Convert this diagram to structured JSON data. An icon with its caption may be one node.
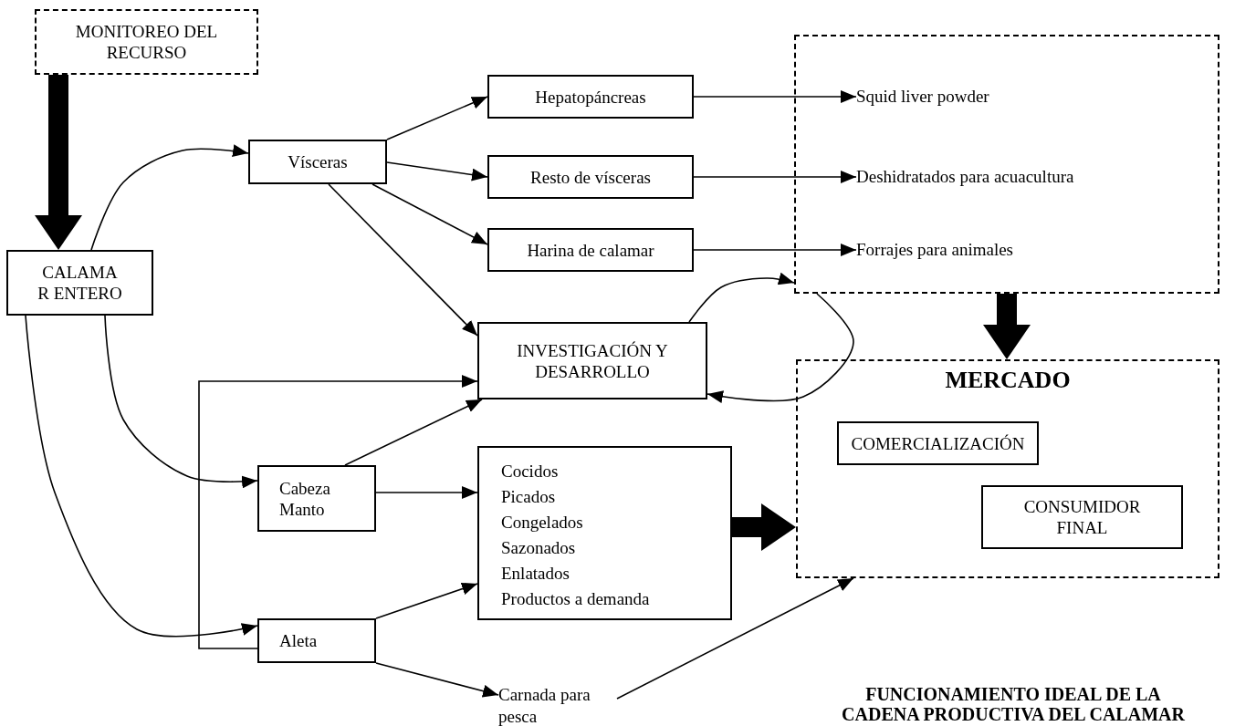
{
  "diagram": {
    "title": "FUNCIONAMIENTO IDEAL DE LA CADENA PRODUCTIVA DEL CALAMAR",
    "nodes": [
      {
        "text": [
          "MONITOREO DEL RECURSO"
        ]
      },
      {
        "text": [
          "CALAMA R ENTERO"
        ]
      },
      {
        "text": [
          "Vísceras"
        ]
      },
      {
        "text": [
          "Hepatopáncreas"
        ]
      },
      {
        "text": [
          "Resto de vísceras"
        ]
      },
      {
        "text": [
          "Harina de calamar"
        ]
      },
      {
        "text": [
          "INVESTIGACIÓN Y DESARROLLO"
        ]
      },
      {
        "text": [
          "Cabeza Manto"
        ]
      },
      {
        "text": [
          "Cocidos",
          "Picados",
          "Congelados",
          "Sazonados",
          "Enlatados",
          "Productos a demanda"
        ]
      },
      {
        "text": [
          "Aleta"
        ]
      },
      {
        "text": [
          "Carnada para pesca"
        ]
      },
      {
        "text": [],
        "shape": "box"
      },
      {
        "text": [
          "Squid liver powder"
        ],
        "in": 11
      },
      {
        "text": [
          "Deshidratados para acuacultura"
        ],
        "in": 11
      },
      {
        "text": [
          "Forrajes para animales"
        ],
        "in": 11
      },
      {
        "text": [
          "MERCADO"
        ]
      },
      {
        "text": [
          "COMERCIALIZACIÓN"
        ],
        "in": 15
      },
      {
        "text": [
          "CONSUMIDOR FINAL"
        ],
        "in": 15
      }
    ],
    "edges": [
      {
        "from": 0,
        "to": 1,
        "arrow": "to",
        "style": "thick"
      },
      {
        "from": 1,
        "to": 2,
        "arrow": "to"
      },
      {
        "from": 1,
        "to": 7,
        "arrow": "to"
      },
      {
        "from": 1,
        "to": 9,
        "arrow": "to"
      },
      {
        "from": 2,
        "to": 3,
        "arrow": "to"
      },
      {
        "from": 2,
        "to": 4,
        "arrow": "to"
      },
      {
        "from": 2,
        "to": 5,
        "arrow": "to"
      },
      {
        "from": 2,
        "to": 6,
        "arrow": "to"
      },
      {
        "from": 3,
        "to": 12,
        "arrow": "to"
      },
      {
        "from": 4,
        "to": 13,
        "arrow": "to"
      },
      {
        "from": 5,
        "to": 14,
        "arrow": "to"
      },
      {
        "from": 9,
        "to": 6,
        "arrow": "to"
      },
      {
        "from": 7,
        "to": 6,
        "arrow": "to"
      },
      {
        "from": 7,
        "to": 8,
        "arrow": "to"
      },
      {
        "from": 9,
        "to": 8,
        "arrow": "to"
      },
      {
        "from": 9,
        "to": 10,
        "arrow": "to"
      },
      {
        "from": 10,
        "to": 15,
        "arrow": "to"
      },
      {
        "from": 6,
        "to": 11,
        "arrow": "to"
      },
      {
        "from": 11,
        "to": 6,
        "arrow": "to"
      },
      {
        "from": 11,
        "to": 15,
        "arrow": "to",
        "style": "thick"
      },
      {
        "from": 8,
        "to": 15,
        "arrow": "to",
        "style": "thick"
      }
    ]
  }
}
